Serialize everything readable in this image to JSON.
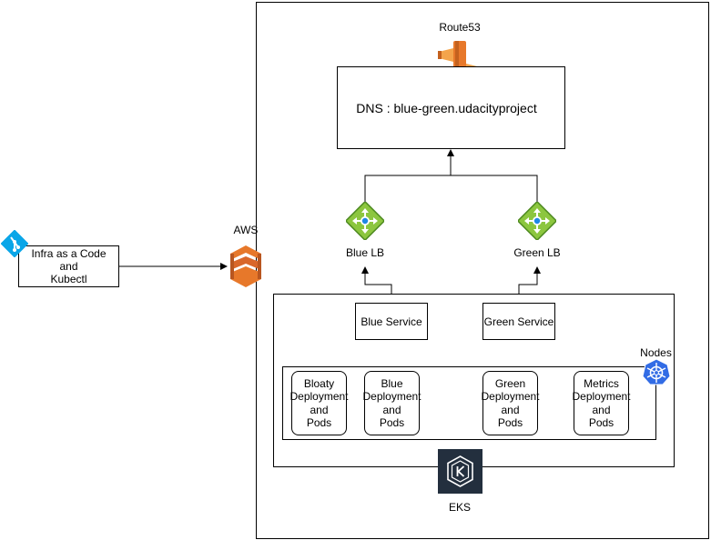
{
  "route53": {
    "label": "Route53"
  },
  "dns": {
    "label": "DNS : blue-green.udacityproject"
  },
  "blue_lb": {
    "label": "Blue LB"
  },
  "green_lb": {
    "label": "Green LB"
  },
  "aws": {
    "label": "AWS"
  },
  "iac": {
    "label": "Infra as a Code\nand\nKubectl"
  },
  "blue_service": {
    "label": "Blue Service"
  },
  "green_service": {
    "label": "Green Service"
  },
  "nodes": {
    "label": "Nodes"
  },
  "pods": [
    {
      "label": "Bloaty\nDeployment\nand\nPods"
    },
    {
      "label": "Blue\nDeployment\nand\nPods"
    },
    {
      "label": "Green\nDeployment\nand\nPods"
    },
    {
      "label": "Metrics\nDeployment\nand\nPods"
    }
  ],
  "eks": {
    "label": "EKS"
  },
  "colors": {
    "aws_orange": "#E7782A",
    "lb_green": "#8CC63F",
    "lb_dark_green": "#4D8A1F",
    "k8s_blue": "#326CE5",
    "git_blue": "#0AA6E8",
    "eks_dark": "#232F3E"
  }
}
